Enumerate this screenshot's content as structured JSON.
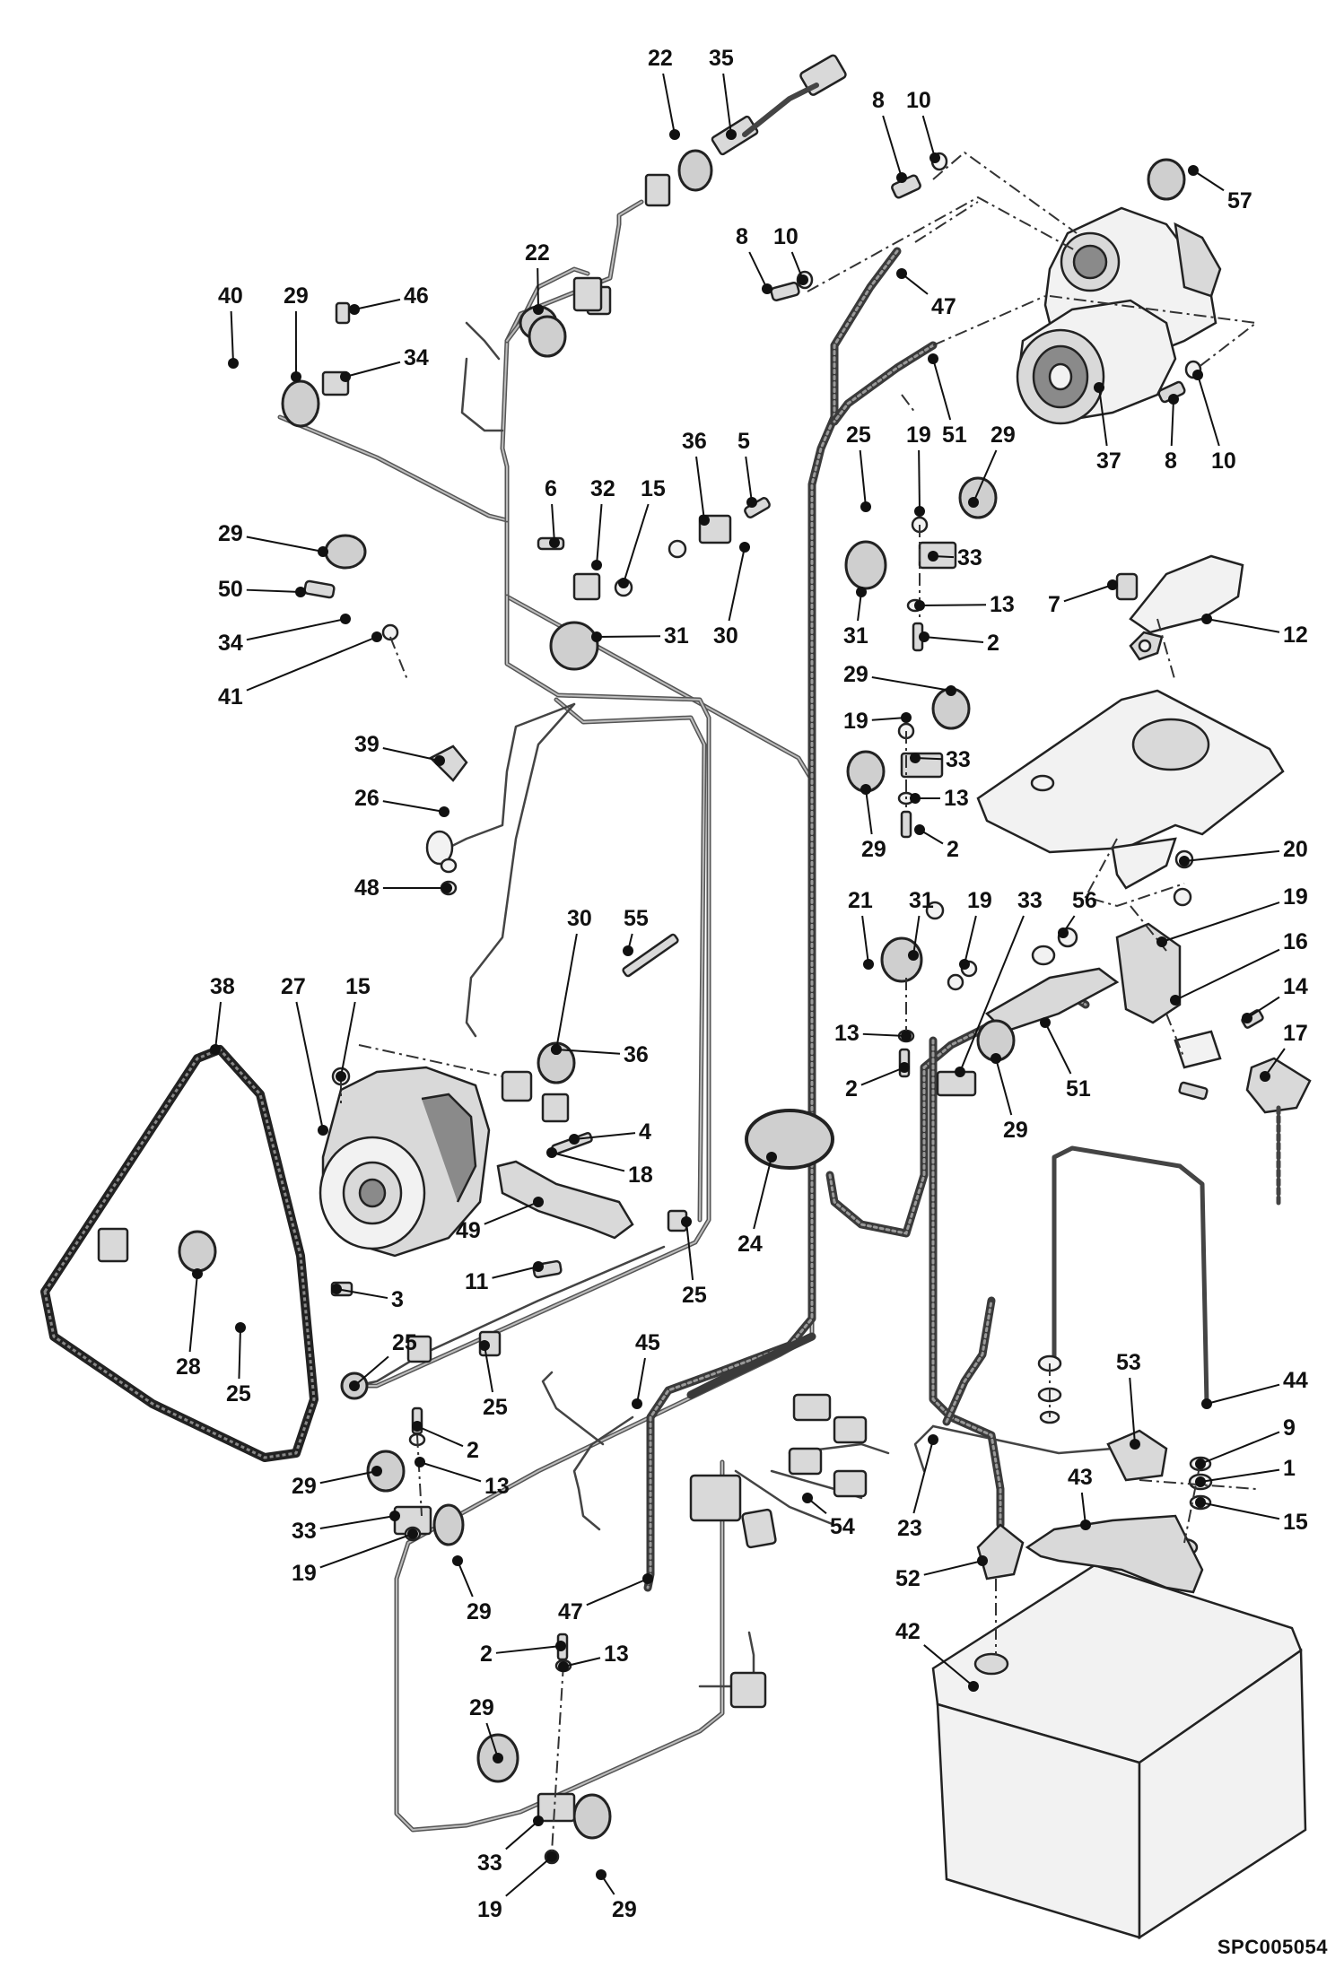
{
  "drawing": {
    "reference_code": "SPC005054"
  },
  "callouts": [
    {
      "id": "c-22a",
      "label": "22"
    },
    {
      "id": "c-35",
      "label": "35"
    },
    {
      "id": "c-8a",
      "label": "8"
    },
    {
      "id": "c-10a",
      "label": "10"
    },
    {
      "id": "c-57",
      "label": "57"
    },
    {
      "id": "c-22b",
      "label": "22"
    },
    {
      "id": "c-8b",
      "label": "8"
    },
    {
      "id": "c-10b",
      "label": "10"
    },
    {
      "id": "c-47a",
      "label": "47"
    },
    {
      "id": "c-40",
      "label": "40"
    },
    {
      "id": "c-29a",
      "label": "29"
    },
    {
      "id": "c-46",
      "label": "46"
    },
    {
      "id": "c-34a",
      "label": "34"
    },
    {
      "id": "c-37",
      "label": "37"
    },
    {
      "id": "c-8c",
      "label": "8"
    },
    {
      "id": "c-10c",
      "label": "10"
    },
    {
      "id": "c-25a",
      "label": "25"
    },
    {
      "id": "c-19a",
      "label": "19"
    },
    {
      "id": "c-51a",
      "label": "51"
    },
    {
      "id": "c-29b",
      "label": "29"
    },
    {
      "id": "c-36a",
      "label": "36"
    },
    {
      "id": "c-5",
      "label": "5"
    },
    {
      "id": "c-6",
      "label": "6"
    },
    {
      "id": "c-32",
      "label": "32"
    },
    {
      "id": "c-15a",
      "label": "15"
    },
    {
      "id": "c-29c",
      "label": "29"
    },
    {
      "id": "c-33a",
      "label": "33"
    },
    {
      "id": "c-50",
      "label": "50"
    },
    {
      "id": "c-13a",
      "label": "13"
    },
    {
      "id": "c-7",
      "label": "7"
    },
    {
      "id": "c-12",
      "label": "12"
    },
    {
      "id": "c-34b",
      "label": "34"
    },
    {
      "id": "c-31a",
      "label": "31"
    },
    {
      "id": "c-30a",
      "label": "30"
    },
    {
      "id": "c-31b",
      "label": "31"
    },
    {
      "id": "c-2a",
      "label": "2"
    },
    {
      "id": "c-41",
      "label": "41"
    },
    {
      "id": "c-29d",
      "label": "29"
    },
    {
      "id": "c-19b",
      "label": "19"
    },
    {
      "id": "c-33b",
      "label": "33"
    },
    {
      "id": "c-39",
      "label": "39"
    },
    {
      "id": "c-26",
      "label": "26"
    },
    {
      "id": "c-13b",
      "label": "13"
    },
    {
      "id": "c-29e",
      "label": "29"
    },
    {
      "id": "c-2b",
      "label": "2"
    },
    {
      "id": "c-20",
      "label": "20"
    },
    {
      "id": "c-48",
      "label": "48"
    },
    {
      "id": "c-19c",
      "label": "19"
    },
    {
      "id": "c-30b",
      "label": "30"
    },
    {
      "id": "c-55",
      "label": "55"
    },
    {
      "id": "c-21",
      "label": "21"
    },
    {
      "id": "c-31c",
      "label": "31"
    },
    {
      "id": "c-19d",
      "label": "19"
    },
    {
      "id": "c-33c",
      "label": "33"
    },
    {
      "id": "c-56",
      "label": "56"
    },
    {
      "id": "c-16",
      "label": "16"
    },
    {
      "id": "c-38",
      "label": "38"
    },
    {
      "id": "c-27",
      "label": "27"
    },
    {
      "id": "c-15b",
      "label": "15"
    },
    {
      "id": "c-36b",
      "label": "36"
    },
    {
      "id": "c-14",
      "label": "14"
    },
    {
      "id": "c-13c",
      "label": "13"
    },
    {
      "id": "c-17",
      "label": "17"
    },
    {
      "id": "c-2c",
      "label": "2"
    },
    {
      "id": "c-51b",
      "label": "51"
    },
    {
      "id": "c-29f",
      "label": "29"
    },
    {
      "id": "c-4",
      "label": "4"
    },
    {
      "id": "c-18",
      "label": "18"
    },
    {
      "id": "c-49",
      "label": "49"
    },
    {
      "id": "c-24",
      "label": "24"
    },
    {
      "id": "c-11",
      "label": "11"
    },
    {
      "id": "c-25b",
      "label": "25"
    },
    {
      "id": "c-3",
      "label": "3"
    },
    {
      "id": "c-28",
      "label": "28"
    },
    {
      "id": "c-25c",
      "label": "25"
    },
    {
      "id": "c-25d",
      "label": "25"
    },
    {
      "id": "c-25e",
      "label": "25"
    },
    {
      "id": "c-45",
      "label": "45"
    },
    {
      "id": "c-53",
      "label": "53"
    },
    {
      "id": "c-44",
      "label": "44"
    },
    {
      "id": "c-2d",
      "label": "2"
    },
    {
      "id": "c-13d",
      "label": "13"
    },
    {
      "id": "c-29g",
      "label": "29"
    },
    {
      "id": "c-9",
      "label": "9"
    },
    {
      "id": "c-1",
      "label": "1"
    },
    {
      "id": "c-33d",
      "label": "33"
    },
    {
      "id": "c-43",
      "label": "43"
    },
    {
      "id": "c-15c",
      "label": "15"
    },
    {
      "id": "c-54",
      "label": "54"
    },
    {
      "id": "c-23",
      "label": "23"
    },
    {
      "id": "c-19e",
      "label": "19"
    },
    {
      "id": "c-29h",
      "label": "29"
    },
    {
      "id": "c-52",
      "label": "52"
    },
    {
      "id": "c-47b",
      "label": "47"
    },
    {
      "id": "c-42",
      "label": "42"
    },
    {
      "id": "c-2e",
      "label": "2"
    },
    {
      "id": "c-13e",
      "label": "13"
    },
    {
      "id": "c-29i",
      "label": "29"
    },
    {
      "id": "c-33e",
      "label": "33"
    },
    {
      "id": "c-19f",
      "label": "19"
    },
    {
      "id": "c-29j",
      "label": "29"
    }
  ]
}
